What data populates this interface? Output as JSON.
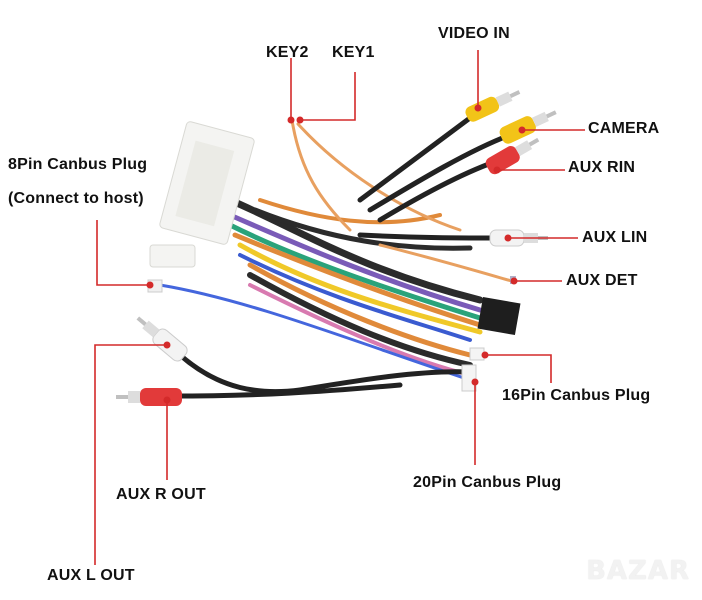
{
  "diagram": {
    "subject": "Car stereo wiring harness",
    "leader_color": "#d42a2a",
    "labels": {
      "key2": "KEY2",
      "key1": "KEY1",
      "video_in": "VIDEO IN",
      "camera": "CAMERA",
      "aux_rin": "AUX RIN",
      "aux_lin": "AUX LIN",
      "aux_det": "AUX DET",
      "canbus8_line1": "8Pin Canbus Plug",
      "canbus8_line2": "(Connect to host)",
      "canbus16": "16Pin Canbus Plug",
      "canbus20": "20Pin Canbus Plug",
      "aux_r_out": "AUX R OUT",
      "aux_l_out": "AUX L OUT"
    },
    "rca_colors": {
      "yellow": "#f2c318",
      "red": "#e23a3a",
      "white": "#f3f3f3"
    },
    "watermark": "BAZAR"
  }
}
